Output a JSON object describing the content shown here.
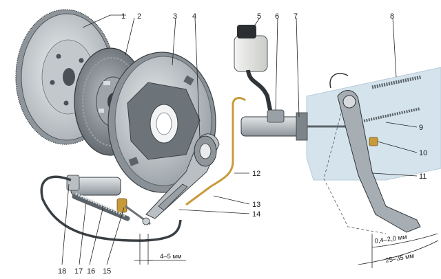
{
  "callouts": [
    "1",
    "2",
    "3",
    "4",
    "5",
    "6",
    "7",
    "8",
    "9",
    "10",
    "11",
    "12",
    "13",
    "14",
    "15",
    "16",
    "17",
    "18"
  ],
  "dimensions": {
    "free_play_rod": "4–5 мм",
    "pedal_gap": "0,4–2,0 мм",
    "pedal_travel": "25–35 мм"
  },
  "colors": {
    "metal_light": "#cfd3d6",
    "metal_dark": "#7d858b",
    "panel_blue": "#d4e3ec",
    "brass": "#c89a3a",
    "line": "#1f1f1f"
  }
}
